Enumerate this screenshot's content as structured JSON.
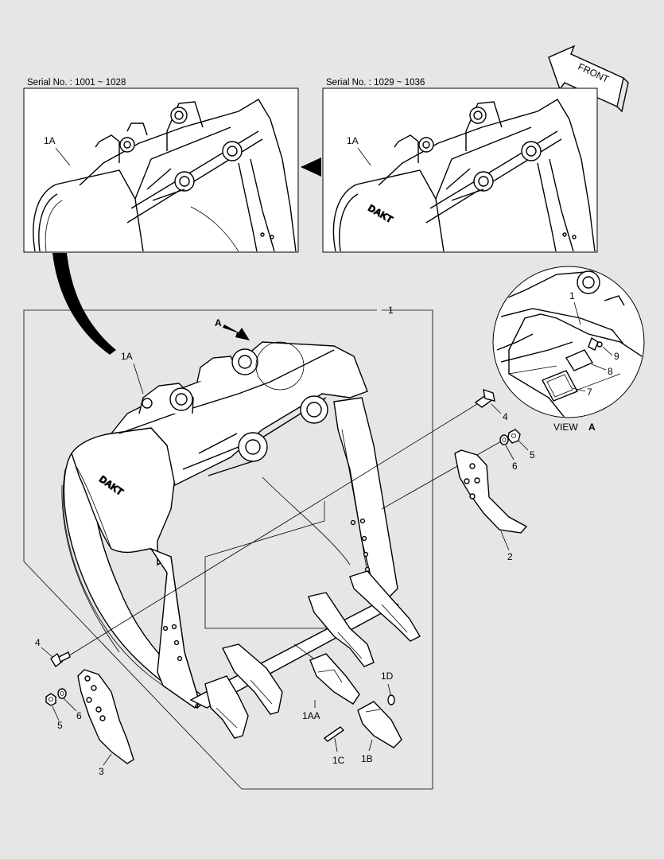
{
  "headers": {
    "left": "Serial No. : 1001 ~ 1028",
    "right": "Serial No. : 1029 ~ 1036"
  },
  "front_label": "FRONT",
  "view_label": "VIEW",
  "view_letter": "A",
  "arrow_letter": "A",
  "brand_text": "DAKT",
  "callouts": {
    "assembly": "1",
    "bucket_left_inset": "1A",
    "bucket_right_inset": "1A",
    "bucket_main": "1A",
    "tooth_adapter": "1AA",
    "tooth_point": "1B",
    "pin": "1C",
    "lock": "1D",
    "side_cutter_right": "2",
    "side_cutter_left": "3",
    "bolt_right": "4",
    "bolt_left": "4",
    "nut_right": "5",
    "nut_left": "5",
    "washer_right": "6",
    "washer_left": "6",
    "plate": "7",
    "shim": "8",
    "bolt_view": "9",
    "view_bucket": "1"
  }
}
